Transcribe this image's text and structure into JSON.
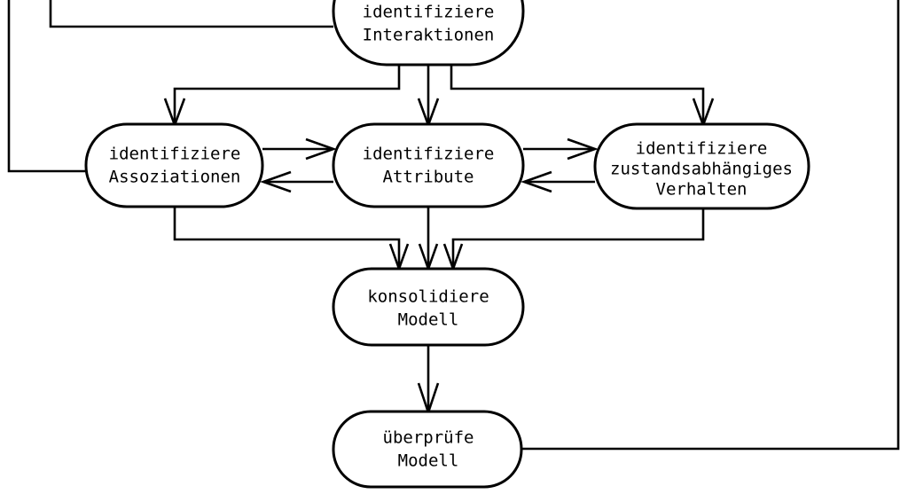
{
  "diagram": {
    "type": "flowchart",
    "language": "de",
    "background_color": "#ffffff",
    "line_color": "#000000",
    "text_color": "#000000",
    "nodes": [
      {
        "id": "interaktionen",
        "shape": "stadium",
        "lines": [
          "identifiziere",
          "Interaktionen"
        ],
        "line1": "identifiziere",
        "line2": "Interaktionen",
        "line3": ""
      },
      {
        "id": "assoziationen",
        "shape": "stadium",
        "lines": [
          "identifiziere",
          "Assoziationen"
        ],
        "line1": "identifiziere",
        "line2": "Assoziationen",
        "line3": ""
      },
      {
        "id": "attribute",
        "shape": "stadium",
        "lines": [
          "identifiziere",
          "Attribute"
        ],
        "line1": "identifiziere",
        "line2": "Attribute",
        "line3": ""
      },
      {
        "id": "verhalten",
        "shape": "stadium",
        "lines": [
          "identifiziere",
          "zustandsabhängiges",
          "Verhalten"
        ],
        "line1": "identifiziere",
        "line2": "zustandsabhängiges",
        "line3": "Verhalten"
      },
      {
        "id": "konsolidiere",
        "shape": "stadium",
        "lines": [
          "konsolidiere",
          "Modell"
        ],
        "line1": "konsolidiere",
        "line2": "Modell",
        "line3": ""
      },
      {
        "id": "ueberpruefe",
        "shape": "stadium",
        "lines": [
          "überprüfe",
          "Modell"
        ],
        "line1": "überprüfe",
        "line2": "Modell",
        "line3": ""
      }
    ],
    "edges": [
      {
        "from": "interaktionen",
        "to": "assoziationen",
        "arrow": "single"
      },
      {
        "from": "interaktionen",
        "to": "attribute",
        "arrow": "single"
      },
      {
        "from": "interaktionen",
        "to": "verhalten",
        "arrow": "single"
      },
      {
        "from": "assoziationen",
        "to": "attribute",
        "arrow": "single"
      },
      {
        "from": "attribute",
        "to": "assoziationen",
        "arrow": "single"
      },
      {
        "from": "attribute",
        "to": "verhalten",
        "arrow": "single"
      },
      {
        "from": "verhalten",
        "to": "attribute",
        "arrow": "single"
      },
      {
        "from": "assoziationen",
        "to": "konsolidiere",
        "arrow": "single"
      },
      {
        "from": "attribute",
        "to": "konsolidiere",
        "arrow": "single"
      },
      {
        "from": "verhalten",
        "to": "konsolidiere",
        "arrow": "single"
      },
      {
        "from": "konsolidiere",
        "to": "ueberpruefe",
        "arrow": "single"
      },
      {
        "from": "ueberpruefe",
        "to": "offpage-right",
        "arrow": "none"
      },
      {
        "from": "offpage-left-outer",
        "to": "assoziationen",
        "arrow": "none"
      },
      {
        "from": "offpage-left-inner",
        "to": "interaktionen",
        "arrow": "none"
      }
    ]
  }
}
